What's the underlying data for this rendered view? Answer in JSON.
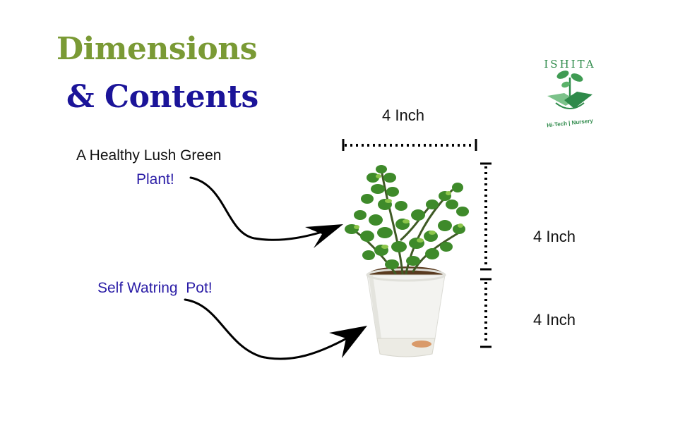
{
  "heading": {
    "line1": "Dimensions",
    "line2": "& Contents"
  },
  "labels": {
    "plant_line1": "A Healthy Lush Green",
    "plant_line2": "Plant!",
    "pot": "Self Watring  Pot!"
  },
  "dimensions": {
    "width": "4 Inch",
    "plant_height": "4 Inch",
    "pot_height": "4 Inch"
  },
  "logo": {
    "name": "ISHITA",
    "tagline": "Hi-Tech | Nursery"
  },
  "colors": {
    "title_green": "#7a9a35",
    "title_blue": "#1b1499",
    "label_blue": "#2a1ca6",
    "logo_green": "#2e8a4a"
  }
}
